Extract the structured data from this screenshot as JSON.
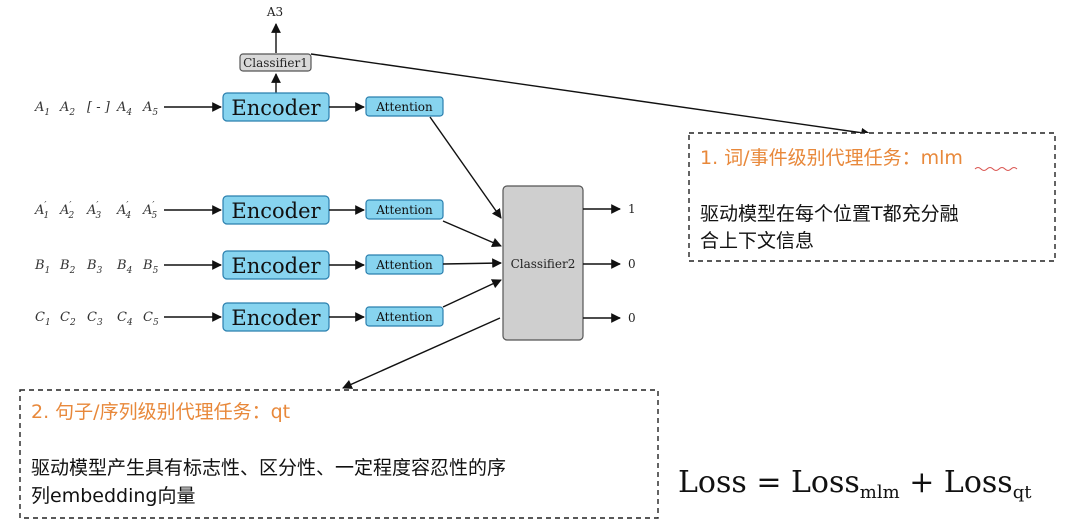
{
  "output_top": "A3",
  "classifier1": "Classifier1",
  "classifier2": "Classifier2",
  "encoder_label": "Encoder",
  "attention_label": "Attention",
  "outputs": [
    "1",
    "0",
    "0"
  ],
  "sequences": [
    {
      "tokens": [
        {
          "b": "A",
          "s": "",
          "p": "1"
        },
        {
          "b": "A",
          "s": "",
          "p": "2"
        },
        {
          "b": "[ - ]",
          "s": "",
          "p": ""
        },
        {
          "b": "A",
          "s": "",
          "p": "4"
        },
        {
          "b": "A",
          "s": "",
          "p": "5"
        }
      ]
    },
    {
      "tokens": [
        {
          "b": "A",
          "s": "′",
          "p": "1"
        },
        {
          "b": "A",
          "s": "′",
          "p": "2"
        },
        {
          "b": "A",
          "s": "′",
          "p": "3"
        },
        {
          "b": "A",
          "s": "′",
          "p": "4"
        },
        {
          "b": "A",
          "s": "′",
          "p": "5"
        }
      ]
    },
    {
      "tokens": [
        {
          "b": "B",
          "s": "",
          "p": "1"
        },
        {
          "b": "B",
          "s": "",
          "p": "2"
        },
        {
          "b": "B",
          "s": "",
          "p": "3"
        },
        {
          "b": "B",
          "s": "",
          "p": "4"
        },
        {
          "b": "B",
          "s": "",
          "p": "5"
        }
      ]
    },
    {
      "tokens": [
        {
          "b": "C",
          "s": "",
          "p": "1"
        },
        {
          "b": "C",
          "s": "",
          "p": "2"
        },
        {
          "b": "C",
          "s": "",
          "p": "3"
        },
        {
          "b": "C",
          "s": "",
          "p": "4"
        },
        {
          "b": "C",
          "s": "",
          "p": "5"
        }
      ]
    }
  ],
  "task1": {
    "number": "1. ",
    "title": "词/事件级别代理任务：",
    "keyword": "mlm",
    "body_lines": [
      "驱动模型在每个位置T都充分融",
      "合上下文信息"
    ]
  },
  "task2": {
    "number": "2. ",
    "title": "句子/序列级别代理任务：qt",
    "body_lines": [
      "驱动模型产生具有标志性、区分性、一定程度容忍性的序",
      "列embedding向量"
    ]
  },
  "loss": {
    "lhs": "Loss",
    "eq": " = ",
    "term1": "Loss",
    "sub1": "mlm",
    "plus": " + ",
    "term2": "Loss",
    "sub2": "qt"
  }
}
